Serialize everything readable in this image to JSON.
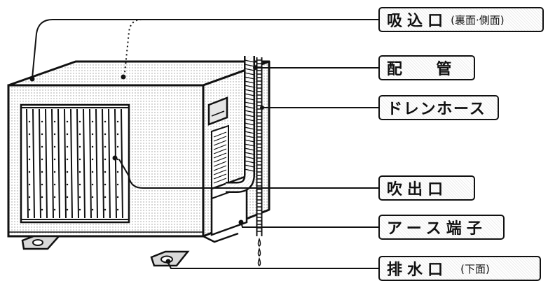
{
  "labels": {
    "intake": {
      "text": "吸込口",
      "note": "(裏面·側面)"
    },
    "piping": {
      "text": "配管"
    },
    "drain_hose": {
      "text": "ドレンホース"
    },
    "outlet": {
      "text": "吹出口"
    },
    "earth_terminal": {
      "text": "アース端子"
    },
    "drain_port": {
      "text": "排水口",
      "note": "(下面)"
    }
  },
  "colors": {
    "ink": "#111111",
    "panel": "#ececec"
  }
}
